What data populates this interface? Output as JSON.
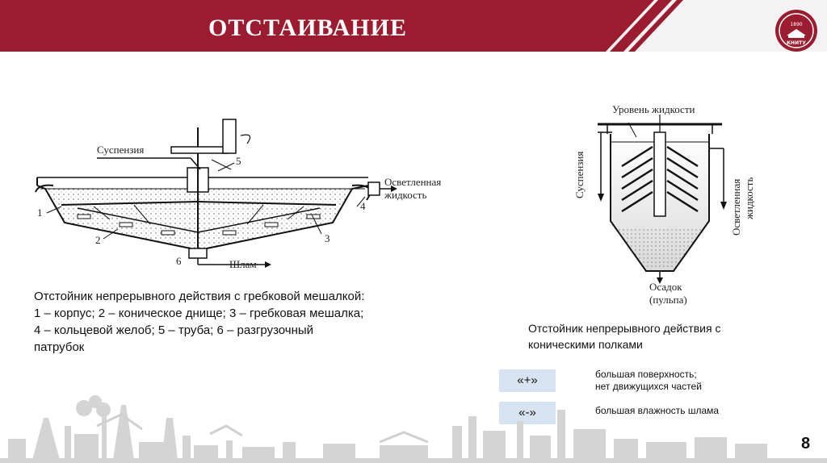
{
  "slide": {
    "title": "ОТСТАИВАНИЕ",
    "page_number": "8",
    "colors": {
      "header": "#9b1c2e",
      "tag_bg": "#d7e3f0"
    }
  },
  "logo": {
    "year": "1890",
    "text": "КНИТУ"
  },
  "figure_left": {
    "labels": {
      "suspension": "Суспензия",
      "clarified_1": "Осветленная",
      "clarified_2": "жидкость",
      "sludge": "Шлам",
      "n1": "1",
      "n2": "2",
      "n3": "3",
      "n4": "4",
      "n5": "5",
      "n6": "6"
    },
    "caption": [
      "Отстойник непрерывного действия с гребковой мешалкой:",
      "1 – корпус; 2 – коническое днище; 3 – гребковая мешалка;",
      "4 – кольцевой желоб; 5 – труба; 6 – разгрузочный",
      "патрубок"
    ]
  },
  "figure_right": {
    "labels": {
      "liquid_level": "Уровень жидкости",
      "suspension": "Суспензия",
      "clarified_1": "Осветленная",
      "clarified_2": "жидкость",
      "sediment": "Осадок",
      "pulp": "(пульпа)"
    },
    "caption": [
      "Отстойник непрерывного действия с",
      "коническими полками"
    ]
  },
  "evaluation": {
    "plus": {
      "tag": "«+»",
      "lines": [
        "большая поверхность;",
        "нет движущихся частей"
      ]
    },
    "minus": {
      "tag": "«-»",
      "lines": [
        "большая влажность шлама"
      ]
    }
  }
}
